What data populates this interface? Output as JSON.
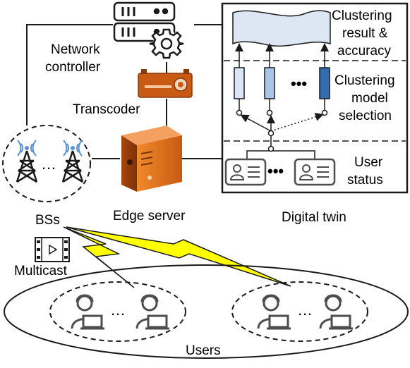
{
  "labels": {
    "network_controller_line1": "Network",
    "network_controller_line2": "controller",
    "transcoder": "Transcoder",
    "edge_server": "Edge server",
    "bss": "BSs",
    "multicast": "Multicast",
    "users": "Users",
    "digital_twin": "Digital twin",
    "ellipsis": "…"
  },
  "digital_twin_panel": {
    "clustering_result_line1": "Clustering",
    "clustering_result_line2": "result &",
    "clustering_result_line3": "accuracy",
    "model_selection_line1": "Clustering",
    "model_selection_line2": "model",
    "model_selection_line3": "selection",
    "user_status_line1": "User",
    "user_status_line2": "status",
    "dots": "•••"
  },
  "colors": {
    "line": "#1a1a1a",
    "model_bar_1": "#dbe7f6",
    "model_bar_2": "#a9c5e8",
    "model_bar_3": "#2f6db0",
    "result_banner": "#dde7f4",
    "lightning": "#ffff00",
    "server_orange": "#e0701e",
    "transcoder_orange": "#c95a13",
    "tower_blue": "#5b8fd0",
    "user_gray": "#4d4d4d"
  },
  "icons": [
    "server-rack-icon",
    "gear-icon",
    "transcoder-icon",
    "edge-server-icon",
    "antenna-tower-icon",
    "video-file-icon",
    "user-laptop-icon",
    "user-id-card-icon",
    "lightning-icon"
  ]
}
